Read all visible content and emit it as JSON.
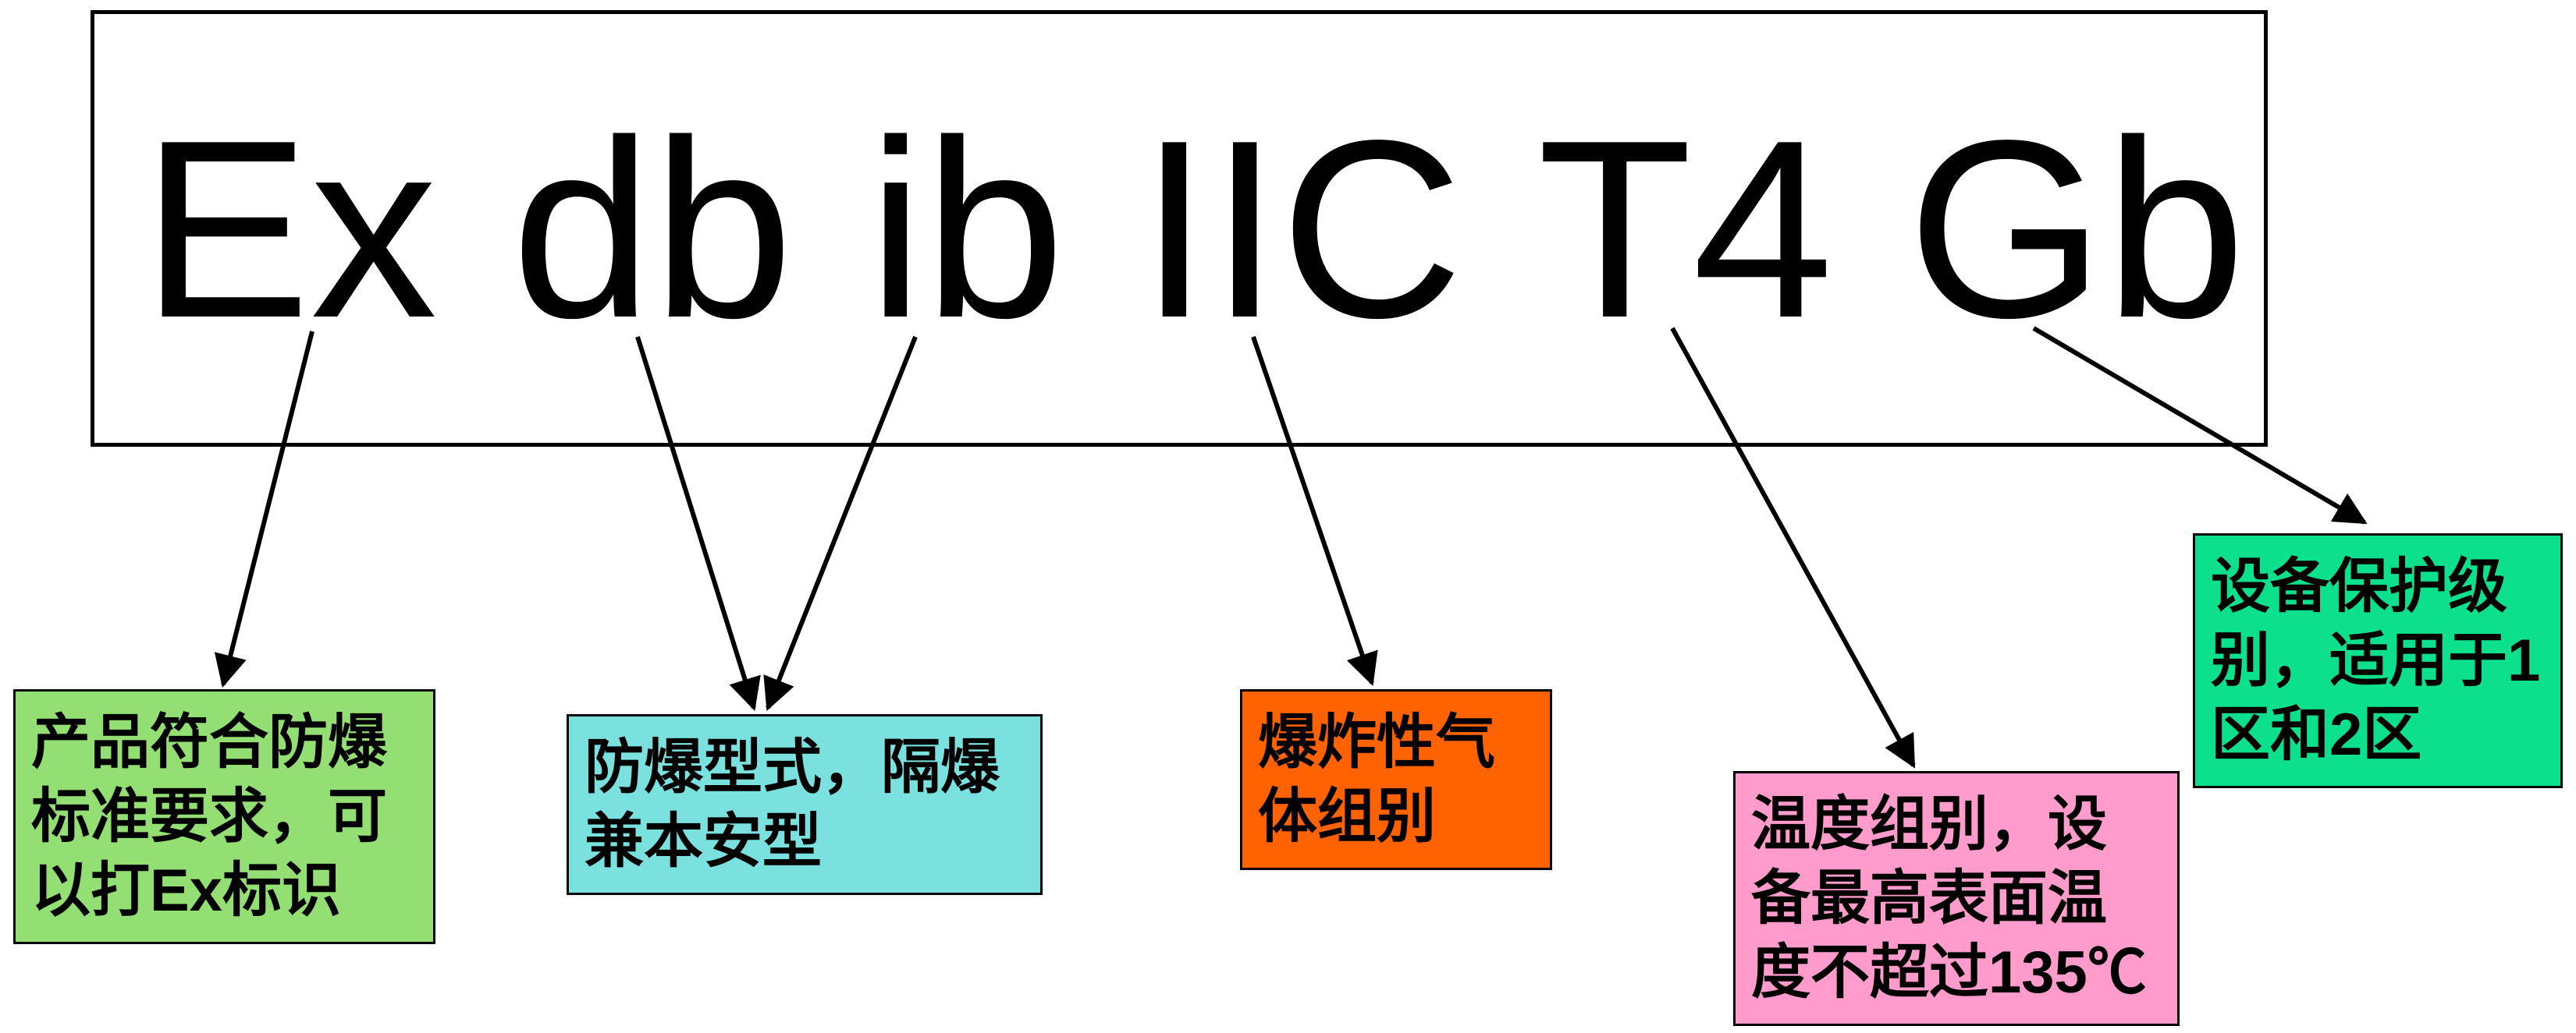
{
  "marking": {
    "segments": [
      {
        "id": "ex",
        "text": "Ex"
      },
      {
        "id": "db",
        "text": "db"
      },
      {
        "id": "ib",
        "text": "ib"
      },
      {
        "id": "iic",
        "text": "IIC"
      },
      {
        "id": "t4",
        "text": "T4"
      },
      {
        "id": "gb",
        "text": "Gb"
      }
    ]
  },
  "annotations": [
    {
      "id": "ex-note",
      "text": "产品符合防爆\n标准要求，可\n以打Ex标识",
      "color": "#94DF74"
    },
    {
      "id": "type-note",
      "text": "防爆型式，隔爆\n兼本安型",
      "color": "#7AE1DF"
    },
    {
      "id": "gas-group-note",
      "text": "爆炸性气\n体组别",
      "color": "#FF6200"
    },
    {
      "id": "temp-class-note",
      "text": "温度组别，设\n备最高表面温\n度不超过135℃",
      "color": "#FF9CCB"
    },
    {
      "id": "epl-note",
      "text": "设备保护级\n别，适用于1\n区和2区",
      "color": "#0CE08C"
    }
  ]
}
